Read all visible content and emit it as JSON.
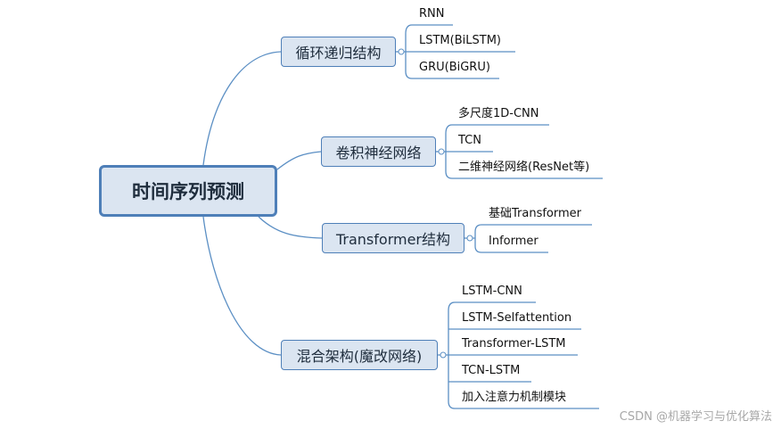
{
  "root": {
    "label": "时间序列预测"
  },
  "branches": [
    {
      "label": "循环递归结构",
      "children": [
        "RNN",
        "LSTM(BiLSTM)",
        "GRU(BiGRU)"
      ]
    },
    {
      "label": "卷积神经网络",
      "children": [
        "多尺度1D-CNN",
        "TCN",
        "二维神经网络(ResNet等)"
      ]
    },
    {
      "label": "Transformer结构",
      "children": [
        "基础Transformer",
        "Informer"
      ]
    },
    {
      "label": "混合架构(魔改网络)",
      "children": [
        "LSTM-CNN",
        "LSTM-Selfattention",
        "Transformer-LSTM",
        "TCN-LSTM",
        "加入注意力机制模块"
      ]
    }
  ],
  "watermark": "CSDN @机器学习与优化算法",
  "colors": {
    "line": "#5b8fc4",
    "node_fill": "#dbe5f1",
    "node_border": "#4e7fb8"
  }
}
